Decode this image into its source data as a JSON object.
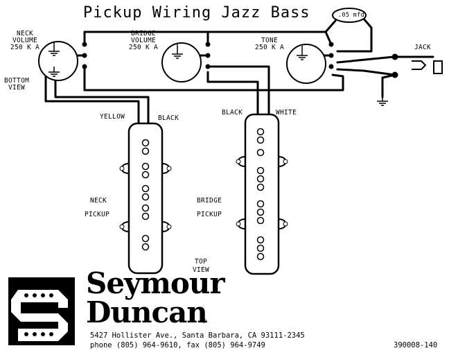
{
  "title": "Pickup Wiring Jazz Bass",
  "capacitor": ".05 mfd",
  "pots": {
    "neck": {
      "line1": "NECK",
      "line2": "VOLUME",
      "line3": "250 K A",
      "note1": "BOTTOM",
      "note2": "VIEW"
    },
    "bridge": {
      "line1": "BRIDGE",
      "line2": "VOLUME",
      "line3": "250 K A"
    },
    "tone": {
      "line1": "TONE",
      "line2": "250 K A"
    }
  },
  "jack": "JACK",
  "wires": {
    "neck_yellow": "YELLOW",
    "neck_black": "BLACK",
    "bridge_black": "BLACK",
    "bridge_white": "WHITE"
  },
  "pickups": {
    "neck": {
      "line1": "NECK",
      "line2": "PICKUP"
    },
    "bridge": {
      "line1": "BRIDGE",
      "line2": "PICKUP"
    }
  },
  "top_view": {
    "line1": "TOP",
    "line2": "VIEW"
  },
  "brand": {
    "line1": "Seymour",
    "line2": "Duncan",
    "mark": "®"
  },
  "address": {
    "line1": "5427 Hollister Ave., Santa Barbara, CA 93111-2345",
    "line2": "phone (805) 964-9610, fax (805) 964-9749"
  },
  "part_number": "390008-140"
}
